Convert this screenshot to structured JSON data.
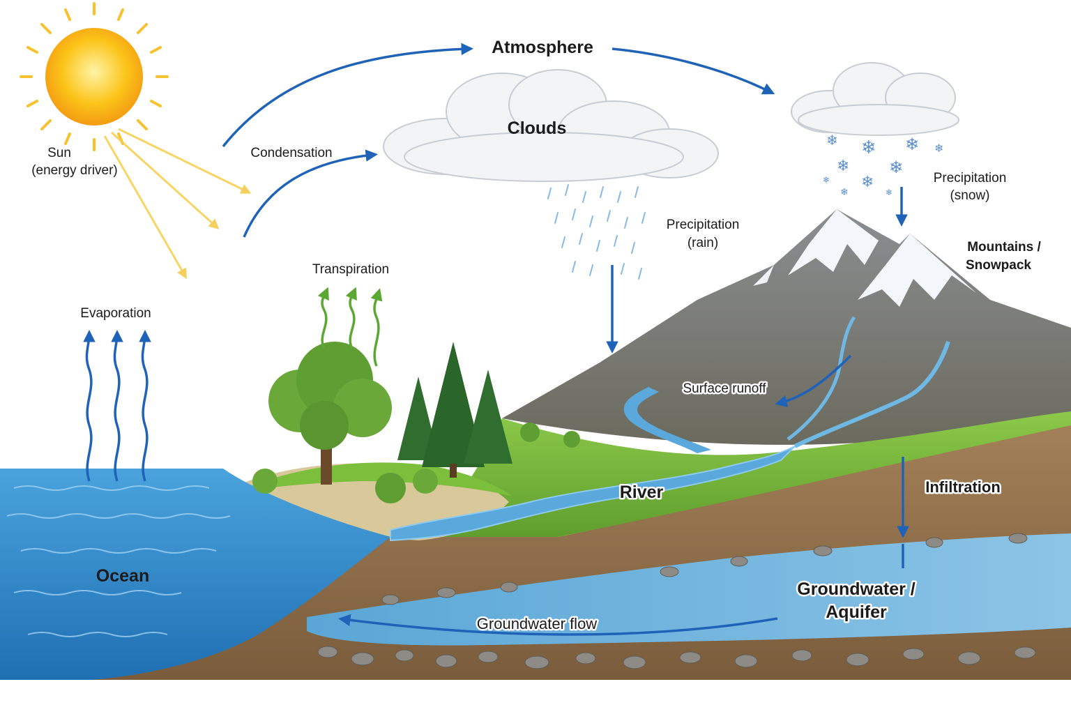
{
  "labels": {
    "sun": "Sun",
    "sun_sub": "(energy driver)",
    "atmosphere": "Atmosphere",
    "condensation": "Condensation",
    "clouds": "Clouds",
    "precip_rain": "Precipitation",
    "precip_rain_sub": "(rain)",
    "precip_snow": "Precipitation",
    "precip_snow_sub": "(snow)",
    "mountains": "Mountains /",
    "mountains_sub": "Snowpack",
    "transpiration": "Transpiration",
    "evaporation": "Evaporation",
    "surface_runoff": "Surface runoff",
    "river": "River",
    "infiltration": "Infiltration",
    "ocean": "Ocean",
    "groundwater": "Groundwater /",
    "groundwater_sub": "Aquifer",
    "groundwater_flow": "Groundwater flow"
  },
  "colors": {
    "process_arrow": "#1f63b8",
    "transpiration_arrow": "#5aa832",
    "ocean": "#2e86c9",
    "river": "#5aa8dc",
    "grass": "#7bbf3c",
    "soil": "#8a6a47",
    "aquifer": "#6fb1d8",
    "sun": "#f7b500",
    "snow": "#5b8fd0"
  }
}
